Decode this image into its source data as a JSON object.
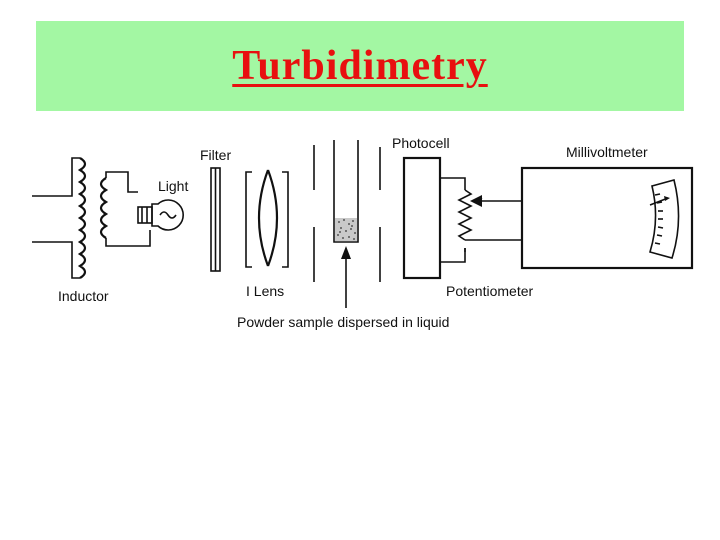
{
  "title": "Turbidimetry",
  "diagram": {
    "labels": {
      "inductor": "Inductor",
      "light": "Light",
      "filter": "Filter",
      "lens": "I Lens",
      "photocell": "Photocell",
      "millivoltmeter": "Millivoltmeter",
      "potentiometer": "Potentiometer",
      "sample": "Powder sample dispersed in liquid"
    }
  },
  "colors": {
    "banner": "#a3f7a3",
    "title": "#e81010"
  }
}
